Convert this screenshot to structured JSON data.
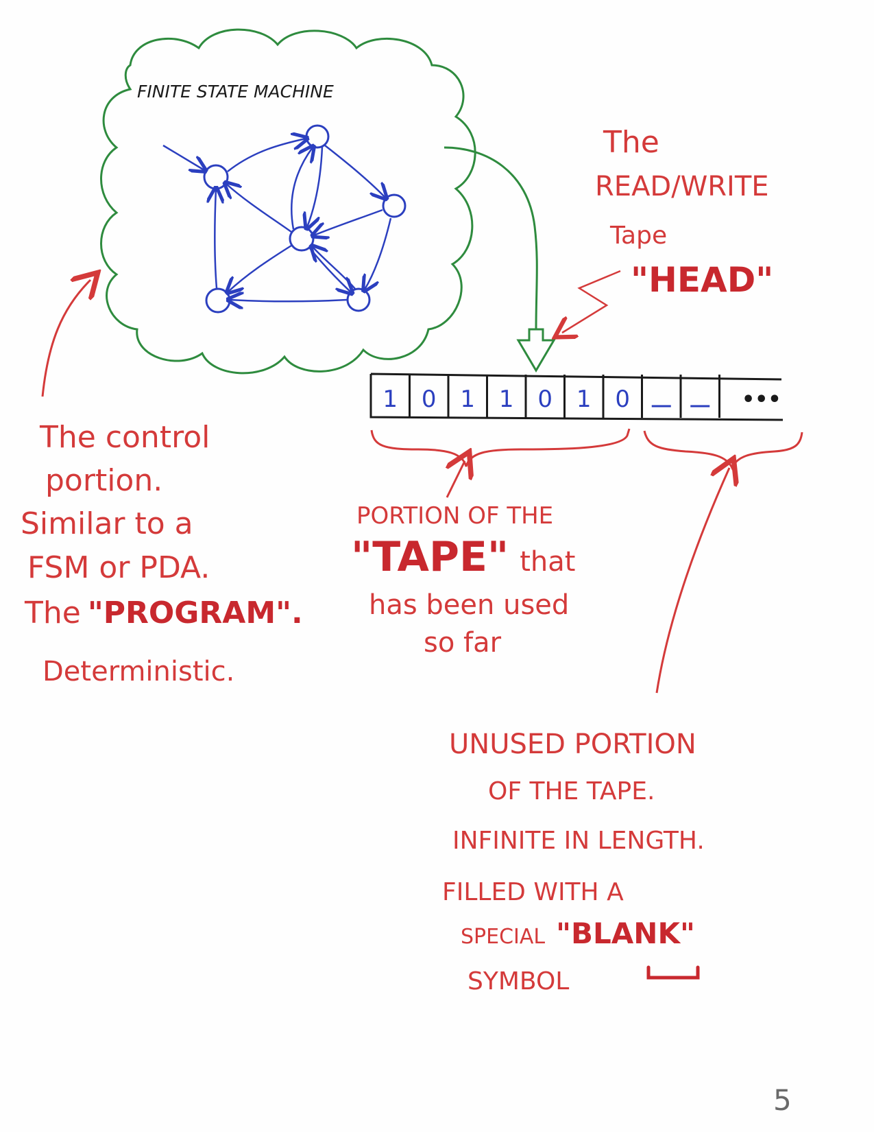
{
  "fsm": {
    "title": "FINITE STATE MACHINE"
  },
  "head_label": {
    "line1": "The",
    "line2": "READ/WRITE",
    "line3": "Tape",
    "line4": "\"HEAD\""
  },
  "tape": {
    "cells": [
      "1",
      "0",
      "1",
      "1",
      "0",
      "1",
      "0",
      "_",
      "_"
    ],
    "ellipsis": "•••"
  },
  "control_note": {
    "line1": "The control",
    "line2": "portion.",
    "line3": "Similar to a",
    "line4": "FSM or PDA.",
    "line5_prefix": "The",
    "line5_bold": "\"PROGRAM\".",
    "line6": "Deterministic."
  },
  "used_note": {
    "line1": "PORTION OF THE",
    "line2_bold": "\"TAPE\"",
    "line2_rest": "that",
    "line3": "has been used",
    "line4": "so far"
  },
  "unused_note": {
    "line1": "UNUSED PORTION",
    "line2": "OF THE TAPE.",
    "line3": "INFINITE IN LENGTH.",
    "line4": "FILLED WITH A",
    "line5_prefix": "SPECIAL",
    "line5_bold": "\"BLANK\"",
    "line6": "SYMBOL"
  },
  "page_number": "5",
  "colors": {
    "ink_red": "#d43a3a",
    "ink_green": "#2e8b3e",
    "ink_blue": "#2b3fbf",
    "ink_black": "#1a1a1a"
  }
}
